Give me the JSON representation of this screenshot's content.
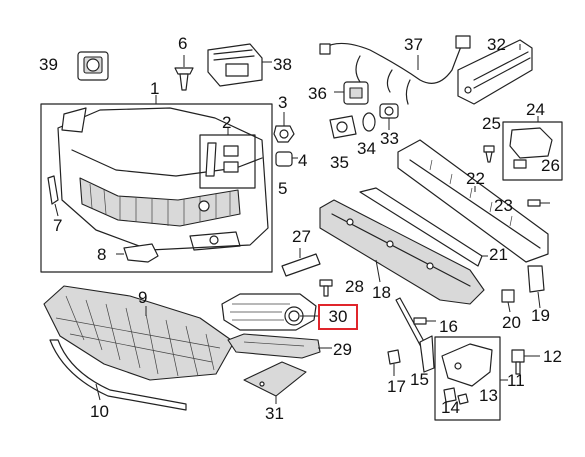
{
  "highlight_color": "#e0252b",
  "callouts": {
    "c1": "1",
    "c2": "2",
    "c3": "3",
    "c4": "4",
    "c5": "5",
    "c6": "6",
    "c7": "7",
    "c8": "8",
    "c9": "9",
    "c10": "10",
    "c11": "11",
    "c12": "12",
    "c13": "13",
    "c14": "14",
    "c15": "15",
    "c16": "16",
    "c17": "17",
    "c18": "18",
    "c19": "19",
    "c20": "20",
    "c21": "21",
    "c22": "22",
    "c23": "23",
    "c24": "24",
    "c25": "25",
    "c26": "26",
    "c27": "27",
    "c28": "28",
    "c29": "29",
    "c30": "30",
    "c31": "31",
    "c32": "32",
    "c33": "33",
    "c34": "34",
    "c35": "35",
    "c36": "36",
    "c37": "37",
    "c38": "38",
    "c39": "39"
  },
  "highlighted_part": "30"
}
